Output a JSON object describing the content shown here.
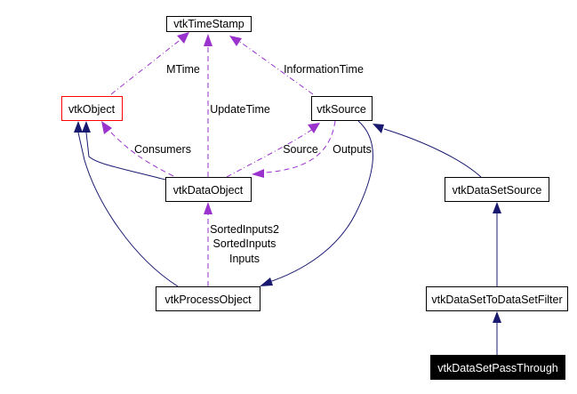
{
  "nodes": {
    "timestamp": "vtkTimeStamp",
    "object": "vtkObject",
    "source": "vtkSource",
    "dataobject": "vtkDataObject",
    "datasetsource": "vtkDataSetSource",
    "processobject": "vtkProcessObject",
    "datasettodatasetfilter": "vtkDataSetToDataSetFilter",
    "datasetpassthrough": "vtkDataSetPassThrough"
  },
  "edge_labels": {
    "mtime": "MTime",
    "updatetime": "UpdateTime",
    "informationtime": "InformationTime",
    "consumers": "Consumers",
    "source": "Source",
    "outputs": "Outputs",
    "sortedinputs2": "SortedInputs2",
    "sortedinputs": "SortedInputs",
    "inputs": "Inputs"
  },
  "colors": {
    "inheritance": "#191970",
    "usage": "#9a32cd",
    "highlight_border": "#ff0000",
    "current_node_fill": "#000000"
  }
}
